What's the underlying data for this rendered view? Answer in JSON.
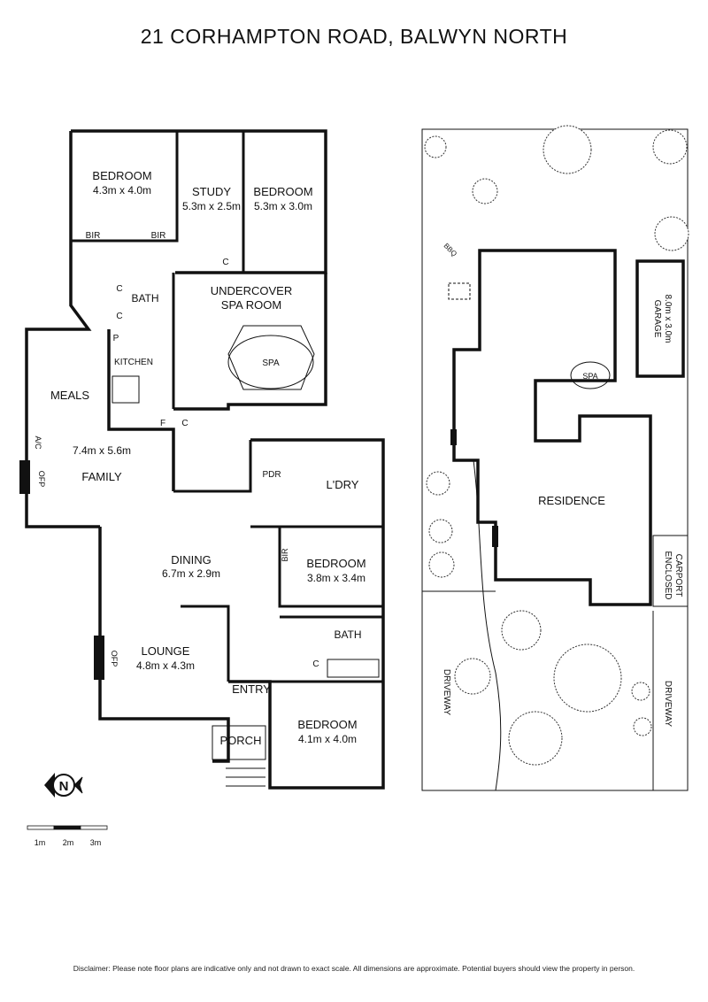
{
  "header": {
    "title": "21 CORHAMPTON ROAD, BALWYN NORTH"
  },
  "floor_plan": {
    "rooms": [
      {
        "name": "BEDROOM",
        "dims": "4.3m x 4.0m"
      },
      {
        "name": "STUDY",
        "dims": "5.3m x 2.5m"
      },
      {
        "name": "BEDROOM",
        "dims": "5.3m x 3.0m"
      },
      {
        "name": "UNDERCOVER",
        "dims": "SPA ROOM"
      },
      {
        "name": "MEALS",
        "dims": ""
      },
      {
        "name": "DINING",
        "dims": "6.7m x 2.9m"
      },
      {
        "name": "BEDROOM",
        "dims": "3.8m x 3.4m"
      },
      {
        "name": "LOUNGE",
        "dims": "4.8m x 4.3m"
      },
      {
        "name": "BEDROOM",
        "dims": "4.1m x 4.0m"
      }
    ],
    "family": {
      "dims": "7.4m x 5.6m",
      "name": "FAMILY"
    },
    "labels": {
      "bir": "BIR",
      "closet": "C",
      "bath": "BATH",
      "pantry": "P",
      "kitchen": "KITCHEN",
      "fridge": "F",
      "spa": "SPA",
      "ac": "A/C",
      "ofp": "OFP",
      "pdr": "PDR",
      "laundry": "L'DRY",
      "entry": "ENTRY",
      "porch": "PORCH"
    }
  },
  "site_plan": {
    "residence": "RESIDENCE",
    "spa": "SPA",
    "bbq": "BBQ",
    "garage_name": "GARAGE",
    "garage_dims": "8.0m x 3.0m",
    "carport_line1": "ENCLOSED",
    "carport_line2": "CARPORT",
    "driveway_left": "DRIVEWAY",
    "driveway_right": "DRIVEWAY"
  },
  "north": {
    "label": "N"
  },
  "scale_bar": {
    "labels": [
      "1m",
      "2m",
      "3m"
    ]
  },
  "footer": {
    "disclaimer": "Disclaimer: Please note floor plans are indicative only and not drawn to exact scale. All dimensions are approximate. Potential buyers should view the property in person."
  }
}
